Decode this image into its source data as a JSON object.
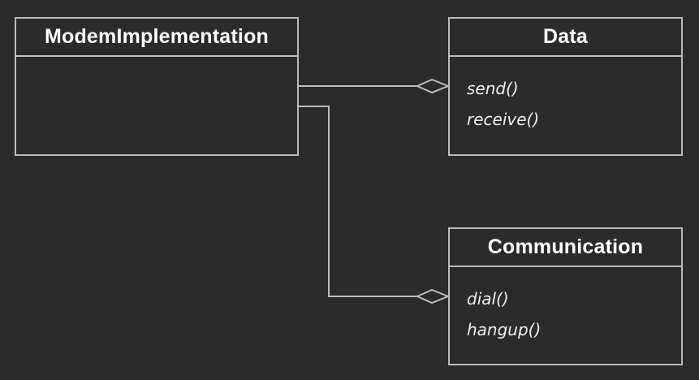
{
  "classes": {
    "modem_implementation": {
      "name": "ModemImplementation",
      "methods": []
    },
    "data": {
      "name": "Data",
      "methods": [
        "send()",
        "receive()"
      ]
    },
    "communication": {
      "name": "Communication",
      "methods": [
        "dial()",
        "hangup()"
      ]
    }
  },
  "relationships": [
    {
      "from": "ModemImplementation",
      "to": "Data",
      "type": "aggregation"
    },
    {
      "from": "ModemImplementation",
      "to": "Communication",
      "type": "aggregation"
    }
  ],
  "colors": {
    "background": "#2b2b2b",
    "line": "#bdbdbd",
    "text": "#ffffff"
  }
}
